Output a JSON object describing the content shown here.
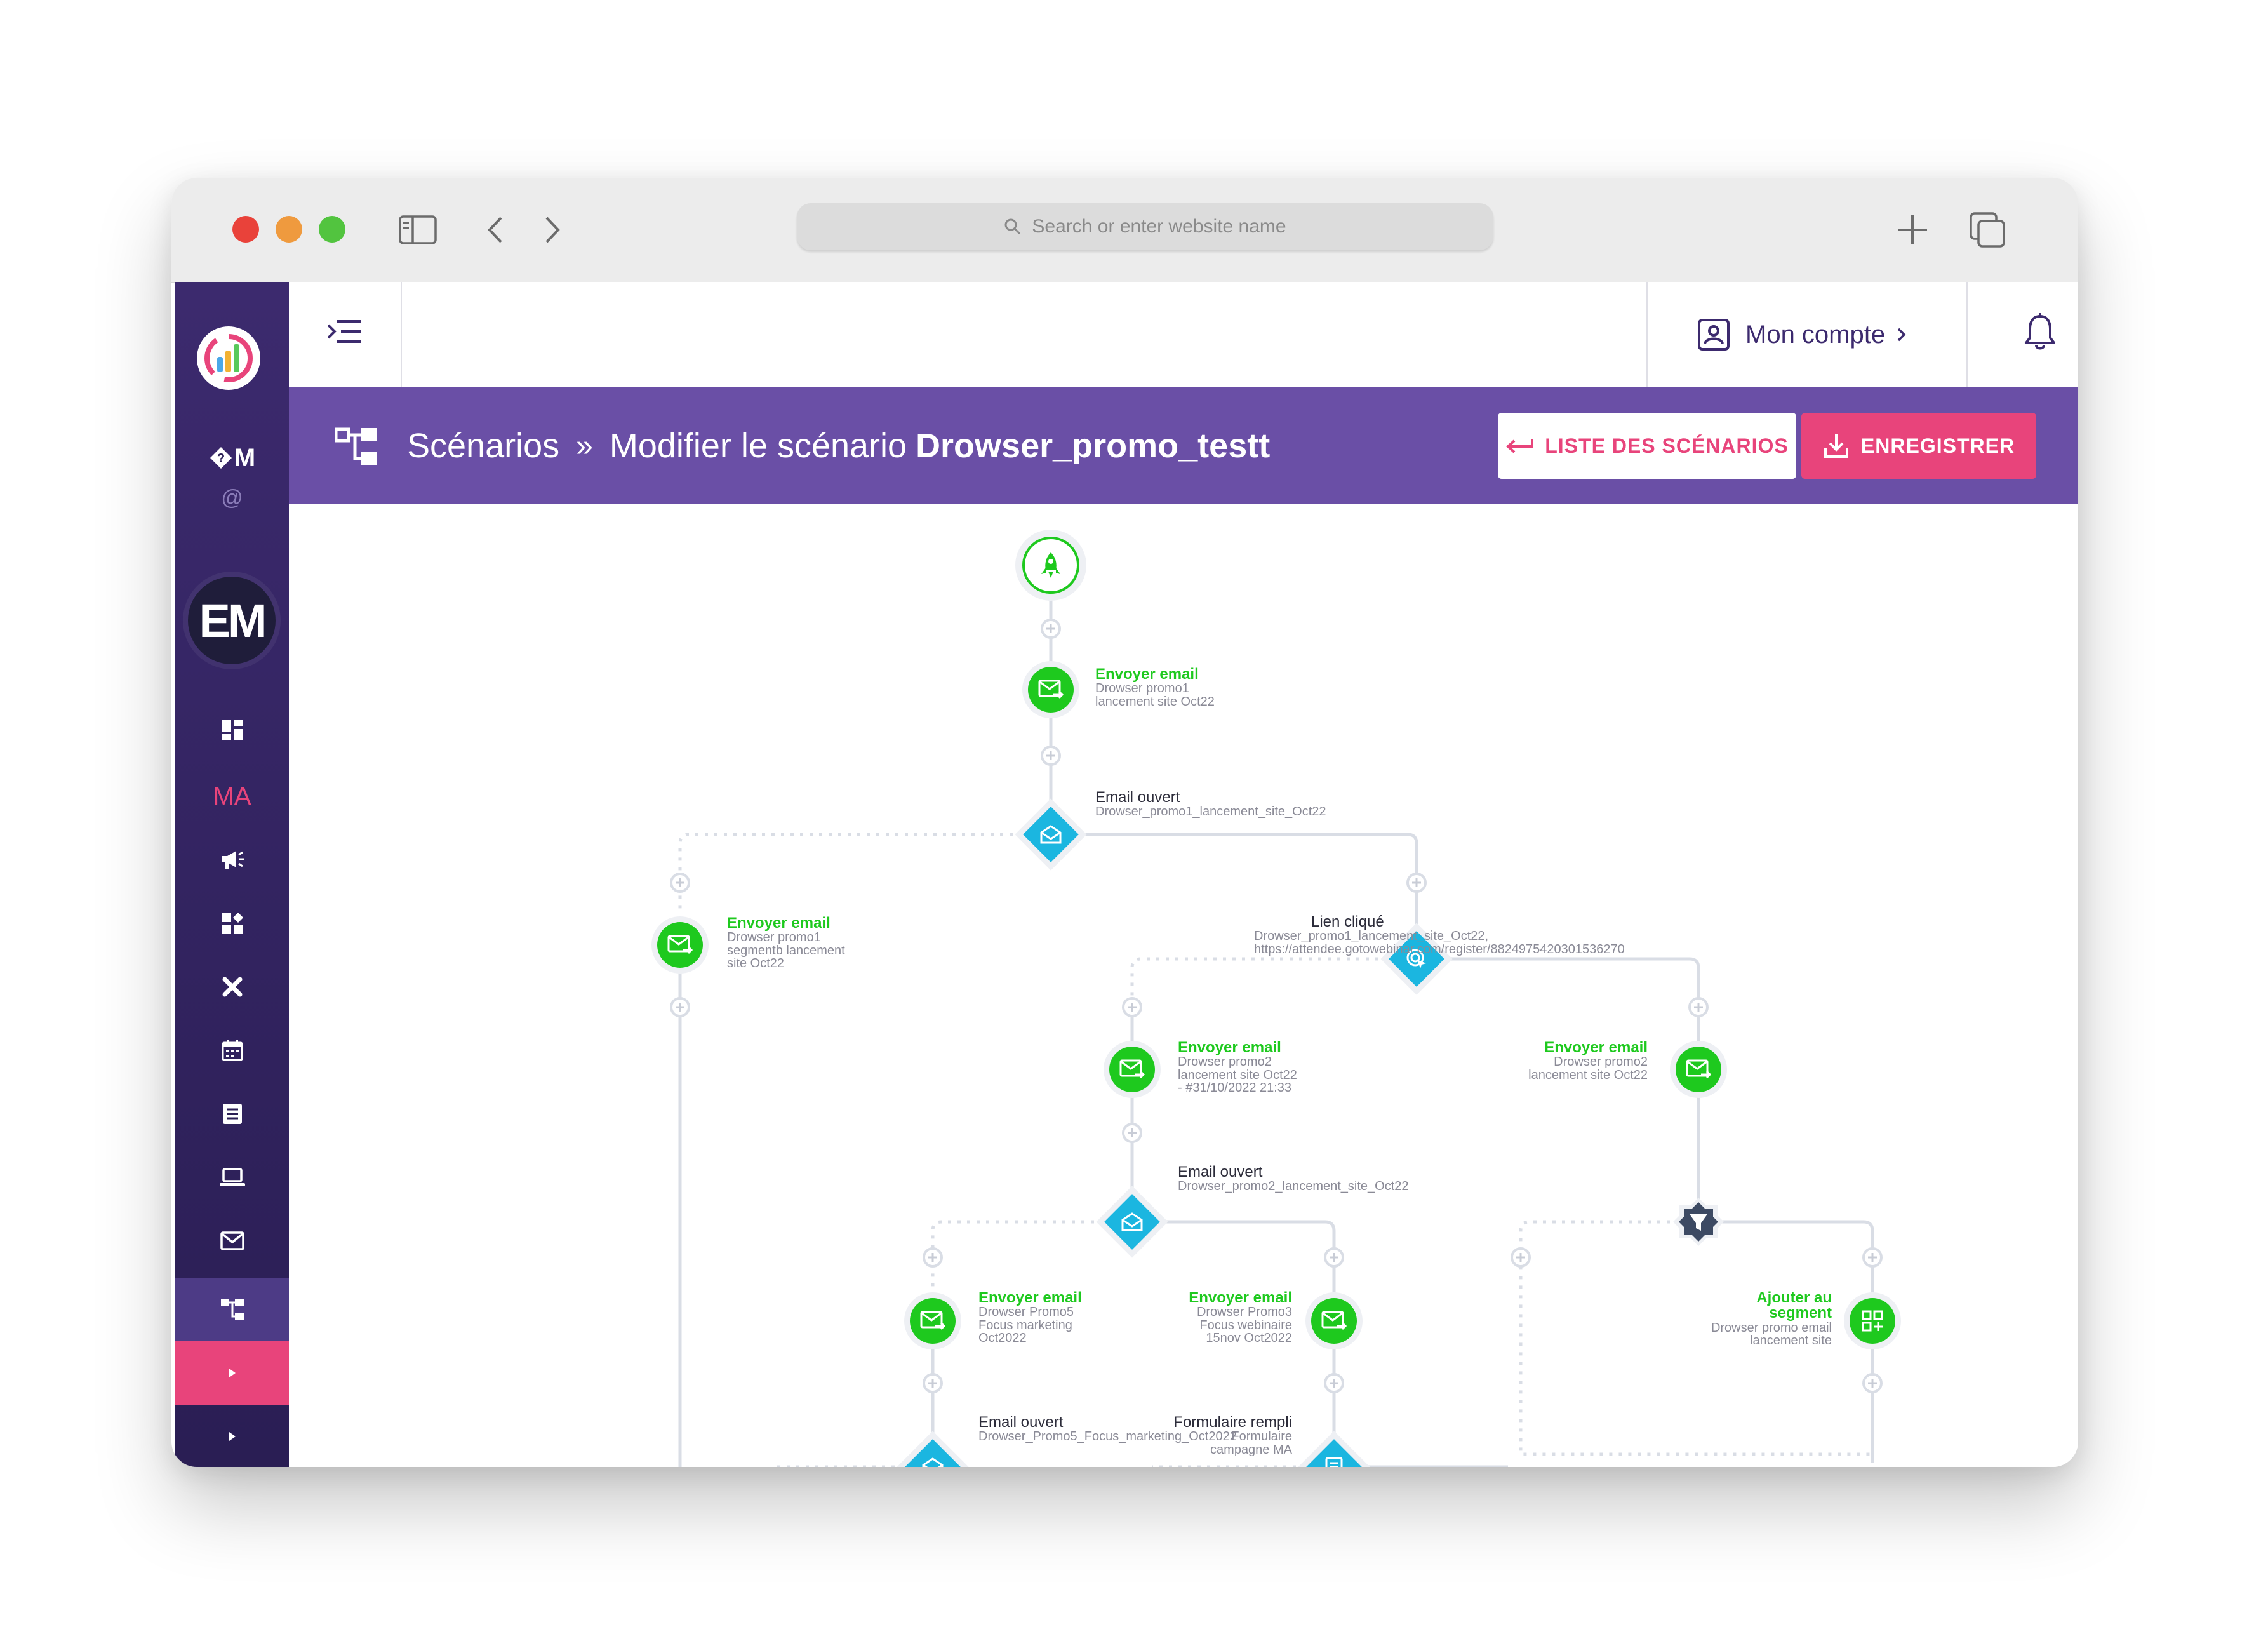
{
  "browser": {
    "address_placeholder": "Search or enter website name"
  },
  "sidebar": {
    "brand_text": "M",
    "brand_sub": "@",
    "em_logo": "EM",
    "ma_label": "MA",
    "items": [
      {
        "icon": "dashboard-icon"
      },
      {
        "icon": "megaphone-icon"
      },
      {
        "icon": "widgets-icon"
      },
      {
        "icon": "tools-icon"
      },
      {
        "icon": "calendar-icon"
      },
      {
        "icon": "list-icon"
      },
      {
        "icon": "laptop-icon"
      },
      {
        "icon": "mail-icon"
      },
      {
        "icon": "scenario-icon"
      }
    ]
  },
  "topbar": {
    "account_label": "Mon compte"
  },
  "breadcrumb": {
    "root": "Scénarios",
    "separator": "»",
    "current_prefix": "Modifier le scénario",
    "current_name": "Drowser_promo_testt"
  },
  "actions": {
    "list_label": "LISTE DES SCÉNARIOS",
    "save_label": "ENREGISTRER"
  },
  "colors": {
    "purple": "#6a4fa6",
    "sidebar": "#2a1e54",
    "pink": "#e8447b",
    "green": "#1ec91e",
    "cyan": "#1bb6e0",
    "filter": "#3d4a63"
  },
  "flow": {
    "n1": {
      "title": "Envoyer email",
      "lines": [
        "Drowser promo1",
        "lancement site Oct22"
      ]
    },
    "n2": {
      "title": "Email ouvert",
      "lines": [
        "Drowser_promo1_lancement_site_Oct22"
      ]
    },
    "n3": {
      "title": "Envoyer email",
      "lines": [
        "Drowser promo1",
        "segmentb lancement",
        "site Oct22"
      ]
    },
    "n4": {
      "title": "Lien cliqué",
      "lines": [
        "Drowser_promo1_lancement_site_Oct22,",
        "https://attendee.gotowebinar.com/register/8824975420301536270"
      ]
    },
    "n5": {
      "title": "Envoyer email",
      "lines": [
        "Drowser promo2",
        "lancement site Oct22",
        "- #31/10/2022 21:33"
      ]
    },
    "n6": {
      "title": "Envoyer email",
      "lines": [
        "Drowser promo2",
        "lancement site Oct22"
      ]
    },
    "n7": {
      "title": "Email ouvert",
      "lines": [
        "Drowser_promo2_lancement_site_Oct22"
      ]
    },
    "n8": {
      "title": "Envoyer email",
      "lines": [
        "Drowser Promo5",
        "Focus marketing",
        "Oct2022"
      ]
    },
    "n9": {
      "title": "Envoyer email",
      "lines": [
        "Drowser Promo3",
        "Focus webinaire",
        "15nov Oct2022"
      ]
    },
    "n10": {
      "title": "Ajouter au segment",
      "lines": [
        "Drowser promo email",
        "lancement site"
      ]
    },
    "n11": {
      "title": "Email ouvert",
      "lines": [
        "Drowser_Promo5_Focus_marketing_Oct2022"
      ]
    },
    "n12": {
      "title": "Formulaire rempli",
      "lines": [
        "Formulaire",
        "campagne MA"
      ]
    }
  }
}
